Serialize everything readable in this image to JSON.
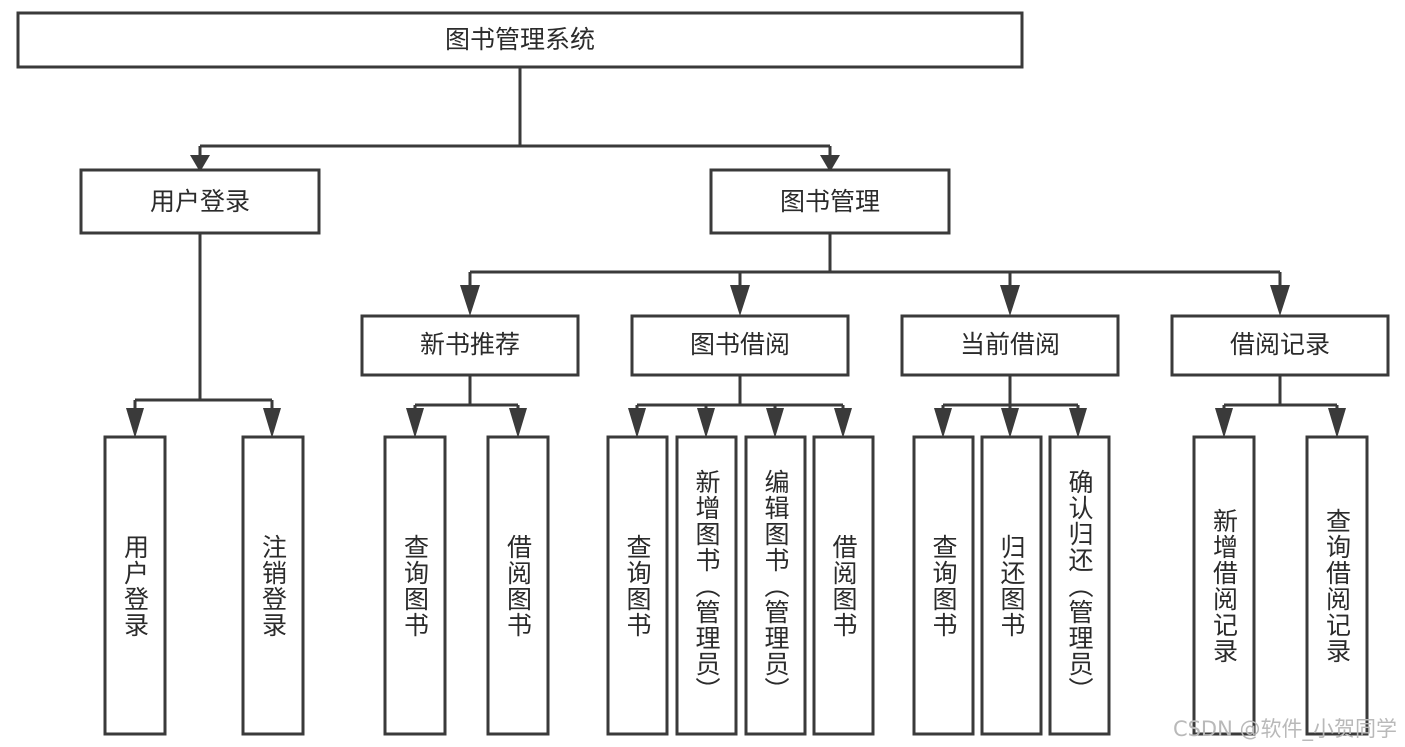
{
  "diagram": {
    "title": "图书管理系统",
    "type": "tree",
    "watermark": "CSDN @软件_小贺同学",
    "colors": {
      "background": "#ffffff",
      "box_fill": "#ffffff",
      "box_stroke": "#3a3a3a",
      "text": "#2b2b2b",
      "watermark": "#b9b9b9"
    },
    "root": {
      "label": "图书管理系统"
    },
    "level2": [
      {
        "label": "用户登录"
      },
      {
        "label": "图书管理"
      }
    ],
    "level3": [
      {
        "label": "新书推荐"
      },
      {
        "label": "图书借阅"
      },
      {
        "label": "当前借阅"
      },
      {
        "label": "借阅记录"
      }
    ],
    "leaves": {
      "user_login": [
        {
          "label": "用户登录"
        },
        {
          "label": "注销登录"
        }
      ],
      "new_book_recommend": [
        {
          "label": "查询图书"
        },
        {
          "label": "借阅图书"
        }
      ],
      "book_borrow": [
        {
          "label": "查询图书"
        },
        {
          "label": "新增图书（管理员）"
        },
        {
          "label": "编辑图书（管理员）"
        },
        {
          "label": "借阅图书"
        }
      ],
      "current_borrow": [
        {
          "label": "查询图书"
        },
        {
          "label": "归还图书"
        },
        {
          "label": "确认归还（管理员）"
        }
      ],
      "borrow_record": [
        {
          "label": "新增借阅记录"
        },
        {
          "label": "查询借阅记录"
        }
      ]
    }
  }
}
